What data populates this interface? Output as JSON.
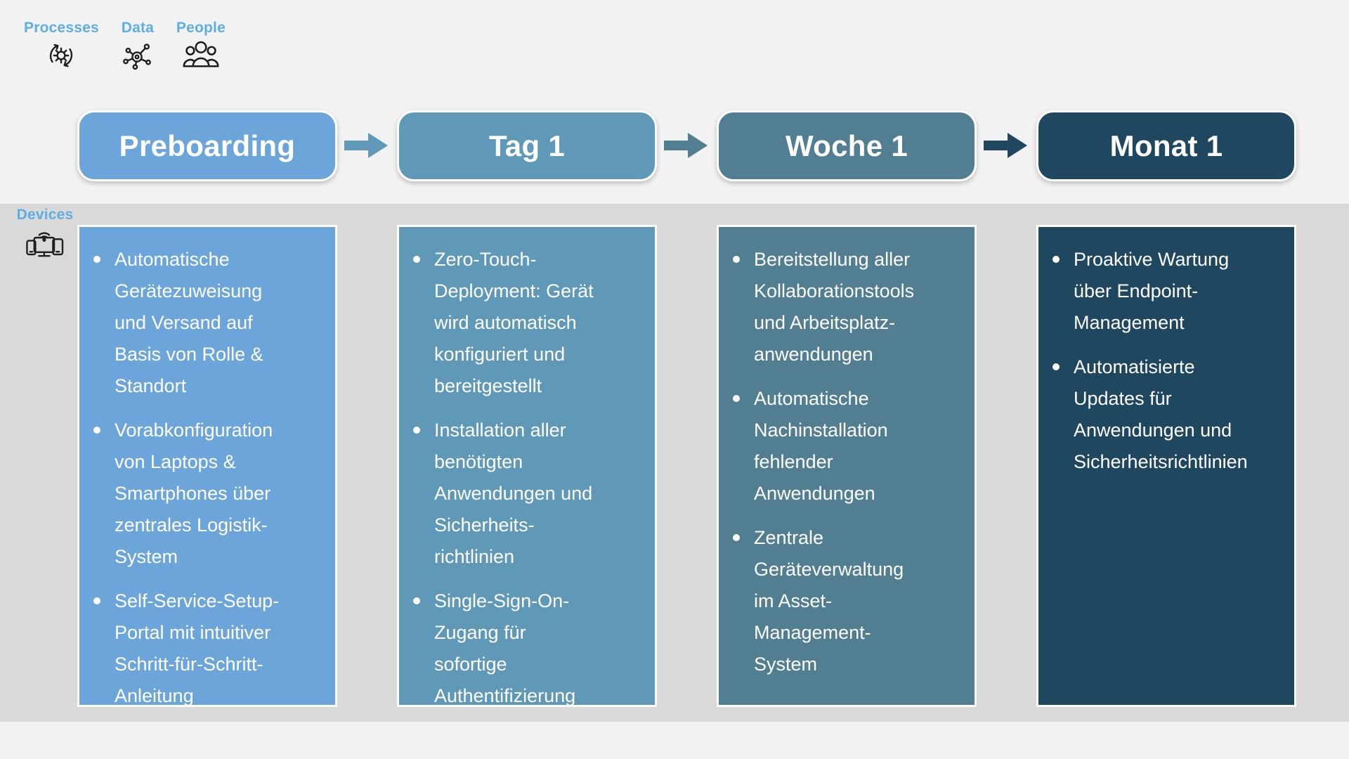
{
  "colors": {
    "page-bg": "#F2F2F2",
    "band-bg": "#D9D9D9",
    "label-blue": "#5FAEE3",
    "icon-ink": "#1F1F1F",
    "bullet-text": "#FFFFFF"
  },
  "legend": {
    "items": [
      {
        "label": "Processes",
        "icon": "processes-cycle-icon"
      },
      {
        "label": "Data",
        "icon": "data-network-icon"
      },
      {
        "label": "People",
        "icon": "people-icon"
      }
    ]
  },
  "device_row": {
    "label": "Devices",
    "icon": "devices-icon"
  },
  "stages": [
    {
      "title": "Preboarding",
      "color": "#6BA5D9",
      "bullets": [
        "Automatische\nGerätezuweisung\nund Versand auf\nBasis von Rolle &\nStandort",
        "Vorabkonfiguration\nvon Laptops &\nSmartphones über\nzentrales Logistik-\nSystem",
        "Self-Service-Setup-\nPortal mit intuitiver\nSchritt-für-Schritt-\nAnleitung"
      ]
    },
    {
      "title": "Tag 1",
      "color": "#6099B8",
      "bullets": [
        "Zero-Touch-\nDeployment: Gerät\nwird automatisch\nkonfiguriert und\nbereitgestellt",
        "Installation aller\nbenötigten\nAnwendungen und\nSicherheits-\nrichtlinien",
        "Single-Sign-On-\nZugang für\nsofortige\nAuthentifizierung"
      ]
    },
    {
      "title": "Woche 1",
      "color": "#527E92",
      "bullets": [
        "Bereitstellung aller\nKollaborationstools\nund Arbeitsplatz-\nanwendungen",
        "Automatische\nNachinstallation\nfehlender\nAnwendungen",
        "Zentrale\nGeräteverwaltung\nim Asset-\nManagement-\nSystem"
      ]
    },
    {
      "title": "Monat 1",
      "color": "#1F4760",
      "bullets": [
        "Proaktive Wartung\nüber Endpoint-\nManagement",
        "Automatisierte\nUpdates für\nAnwendungen und\nSicherheitsrichtlinien"
      ]
    }
  ],
  "arrows": [
    {
      "color": "#6099B8"
    },
    {
      "color": "#527E92"
    },
    {
      "color": "#1F4760"
    }
  ]
}
